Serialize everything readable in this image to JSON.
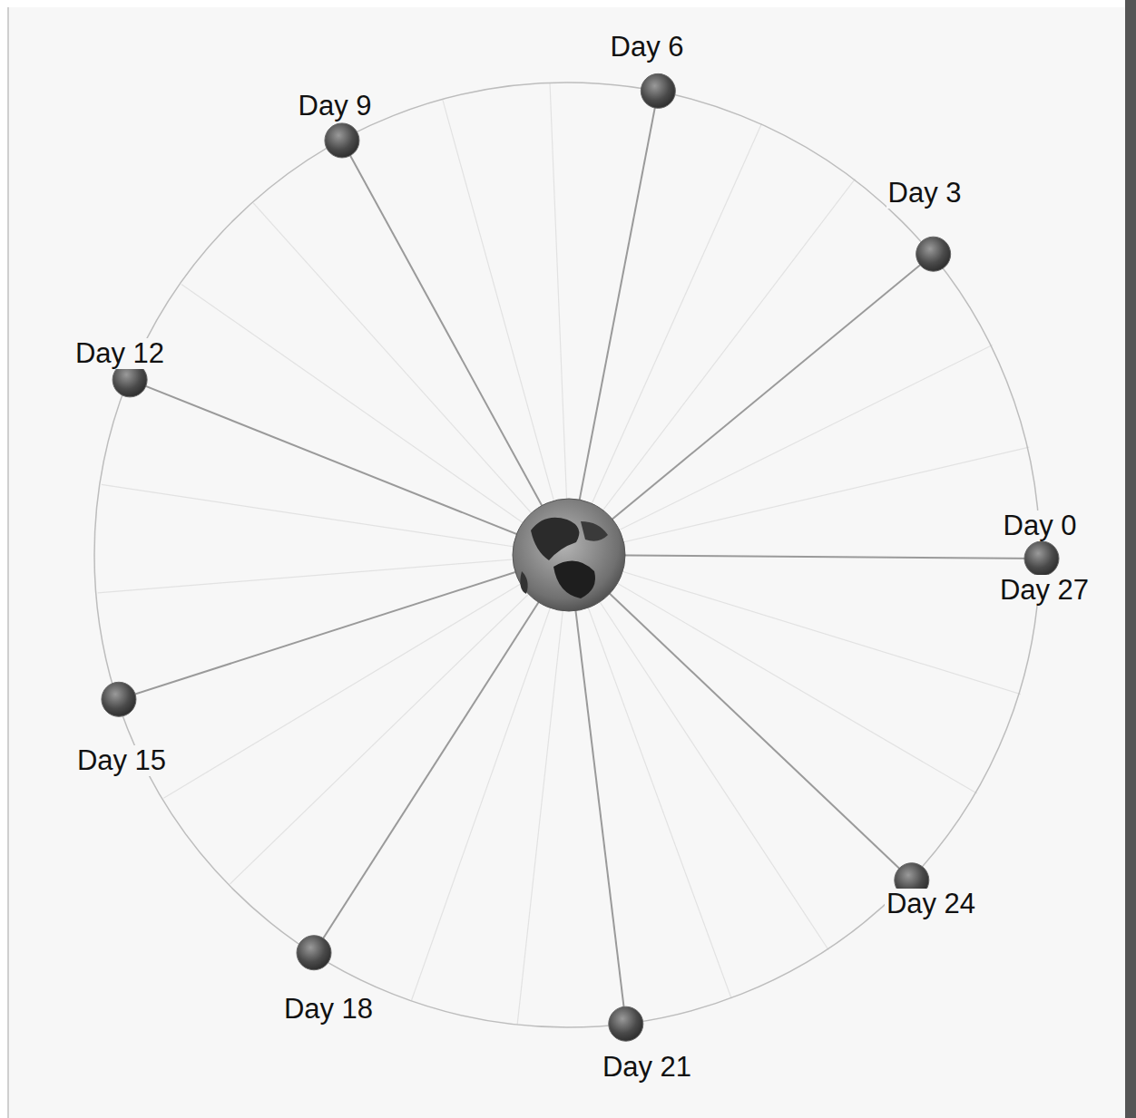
{
  "diagram": {
    "labels": [
      "Day 6",
      "Day 9",
      "Day 3",
      "Day 12",
      "Day 0",
      "Day 27",
      "Day 15",
      "Day 24",
      "Day 18",
      "Day 21"
    ]
  }
}
